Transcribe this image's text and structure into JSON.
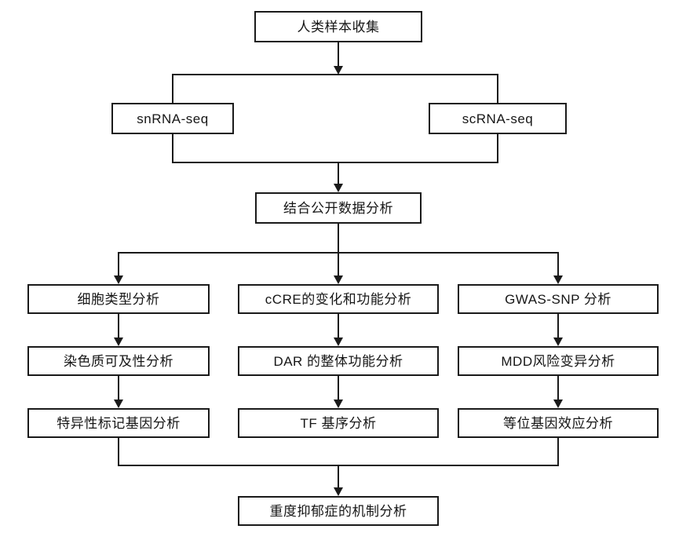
{
  "flowchart": {
    "root": {
      "label": "人类样本收集"
    },
    "sequencing": [
      {
        "label": "snRNA-seq"
      },
      {
        "label": "scRNA-seq"
      }
    ],
    "integration": {
      "label": "结合公开数据分析"
    },
    "columns": [
      {
        "steps": [
          "细胞类型分析",
          "染色质可及性分析",
          "特异性标记基因分析"
        ]
      },
      {
        "steps": [
          "cCRE的变化和功能分析",
          "DAR 的整体功能分析",
          "TF 基序分析"
        ]
      },
      {
        "steps": [
          "GWAS-SNP 分析",
          "MDD风险变异分析",
          "等位基因效应分析"
        ]
      }
    ],
    "final": {
      "label": "重度抑郁症的机制分析"
    },
    "style": {
      "line_color": "#1a1a1a",
      "box_fill": "#ffffff",
      "background": "#ffffff"
    }
  }
}
